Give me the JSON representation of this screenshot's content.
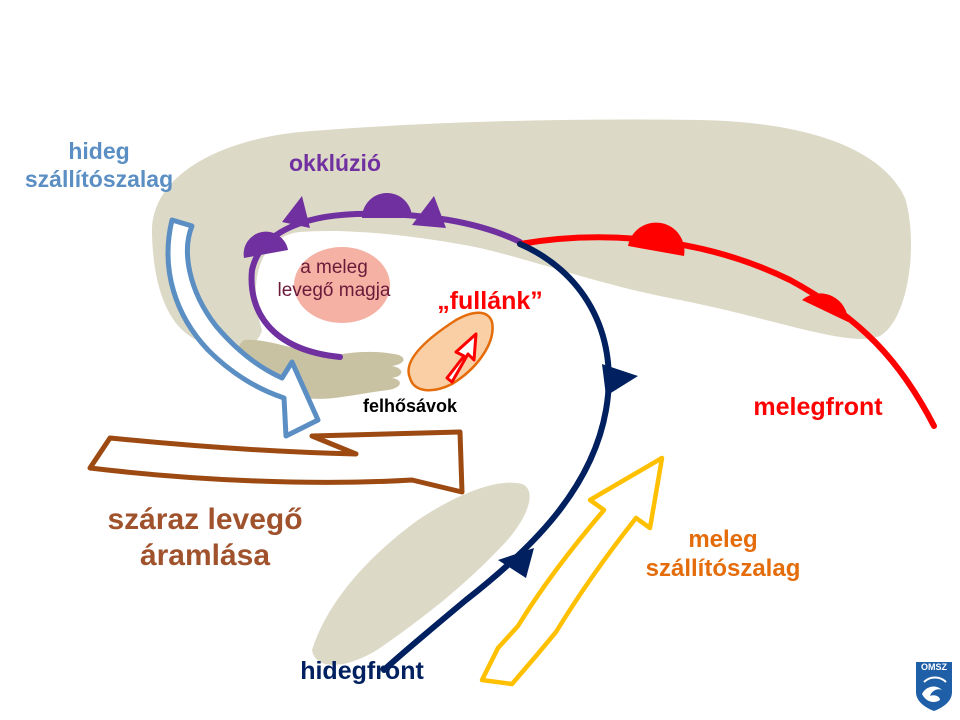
{
  "labels": {
    "hideg_szallitoszalag": "hideg\nszállítószalag",
    "okkluzio": "okklúzió",
    "meleg_levego_magja": "a meleg\nlevegő magja",
    "fullank": "„fullánk”",
    "felhosavok": "felhősávok",
    "melegfront": "melegfront",
    "szaraz_levego": "száraz levegő\náramlása",
    "meleg_szallitoszalag": "meleg\nszállítószalag",
    "hidegfront": "hidegfront"
  },
  "logo": {
    "text": "OMSZ"
  },
  "colors": {
    "cloud": "#dcd9c6",
    "cloud_dark": "#c8c1a2",
    "occlusion": "#7030a0",
    "warm_front": "#ff0000",
    "cold_front": "#002060",
    "cold_conveyor": "#5b8fc4",
    "dry_air": "#a0522d",
    "warm_conveyor": "#ffc000",
    "warm_core": "#f4b1a4",
    "sting_fill": "#fbcfa6",
    "sting_outline": "#e46c0a",
    "logo_blue": "#1f5fa8"
  }
}
